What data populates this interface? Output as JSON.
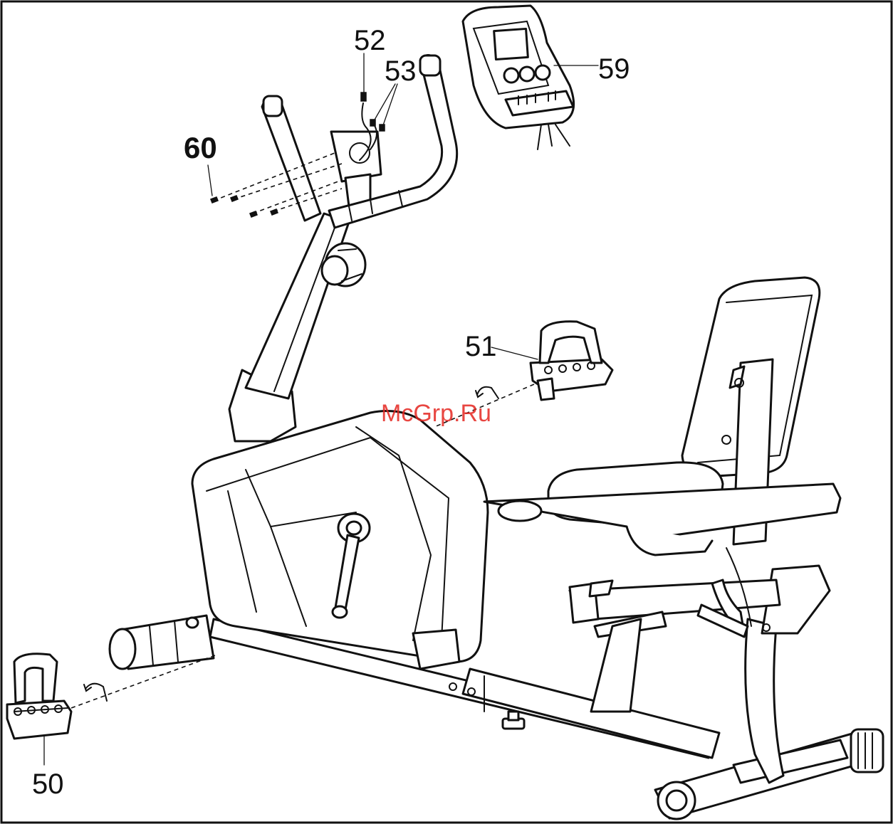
{
  "diagram": {
    "part_labels": [
      {
        "id": "50",
        "text": "50"
      },
      {
        "id": "51",
        "text": "51"
      },
      {
        "id": "52",
        "text": "52"
      },
      {
        "id": "53",
        "text": "53"
      },
      {
        "id": "59",
        "text": "59"
      },
      {
        "id": "60",
        "text": "60"
      }
    ],
    "watermark": "McGrp.Ru"
  },
  "colors": {
    "line": "#111111",
    "background": "#ffffff",
    "watermark": "#e52620"
  }
}
